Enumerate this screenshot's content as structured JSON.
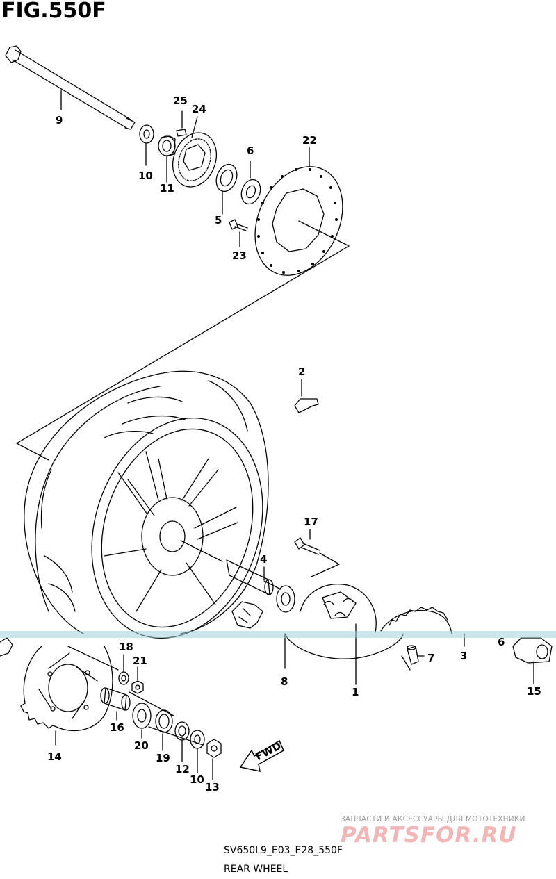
{
  "figure": {
    "title": "FIG.550F",
    "model_code": "SV650L9_E03_E28_550F",
    "name": "REAR WHEEL"
  },
  "watermark": {
    "tagline": "ЗАПЧАСТИ И АКСЕССУАРЫ ДЛЯ МОТОТЕХНИКИ",
    "logo": "PARTSFOR.RU"
  },
  "arrow": {
    "label": "FWD"
  },
  "callouts": [
    "9",
    "25",
    "24",
    "6",
    "22",
    "10",
    "11",
    "5",
    "23",
    "2",
    "17",
    "4",
    "18",
    "21",
    "8",
    "1",
    "7",
    "3",
    "6",
    "15",
    "14",
    "16",
    "20",
    "19",
    "12",
    "10",
    "13"
  ],
  "colors": {
    "line": "#000000",
    "watermark_text": "#9a9a9a",
    "watermark_logo": "#f3b6b6",
    "scan_band": "#9fd3dc"
  }
}
